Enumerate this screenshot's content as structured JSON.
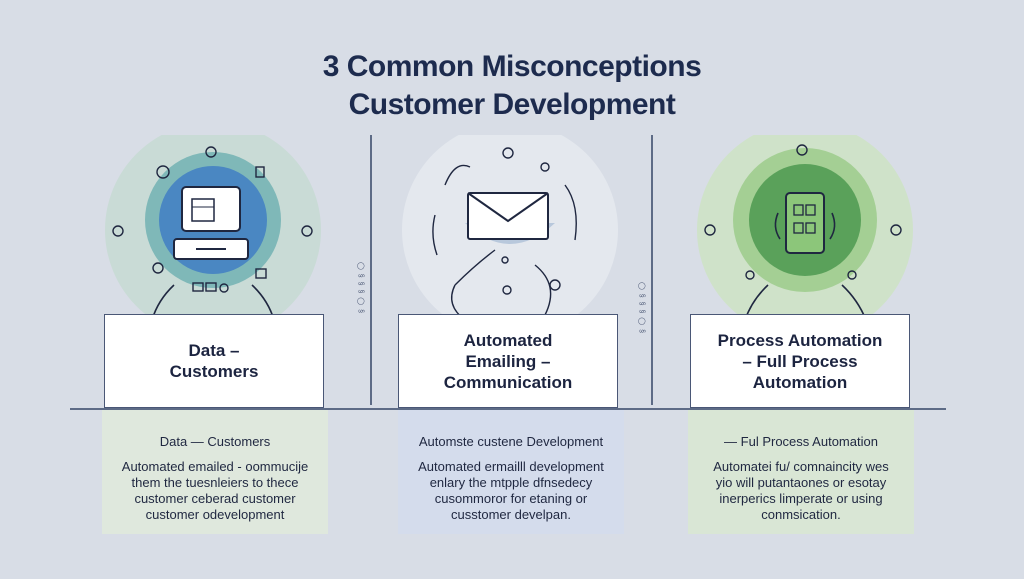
{
  "title": {
    "line1": "3 Common Misconceptions",
    "line2": "Customer Development"
  },
  "side_marks": {
    "left": "◯ § § §  ◯ §",
    "right": "◯ § § §  ◯ §"
  },
  "columns": [
    {
      "icon": "laptop-icon",
      "label_lines": [
        "Data –",
        "Customers"
      ],
      "subtitle": "Data — Customers",
      "body_lines": [
        "Automated emailed - oommucije",
        "them the tuesnleiers to thece",
        "customer ceberad customer",
        "customer odevelopment"
      ],
      "colors": {
        "outer": "#c9dbd6",
        "ring": "#7fb8b8",
        "core": "#4a87c2",
        "panel": "#dfe8dd"
      }
    },
    {
      "icon": "envelope-icon",
      "label_lines": [
        "Automated",
        "Emailing –",
        "Communication"
      ],
      "subtitle": "Automste custene Development",
      "body_lines": [
        "Automated ermailll development",
        "enlary the mtpple dfnsedecy",
        "cusommoror for etaning or",
        "cusstomer develpan."
      ],
      "colors": {
        "outer": "#e4e8ee",
        "ring": "#b8c8dc",
        "core": "#ffffff",
        "panel": "#d4dcec"
      }
    },
    {
      "icon": "tablet-cycle-icon",
      "label_lines": [
        "Process Automation",
        "– Full Process",
        "Automation"
      ],
      "subtitle": "— Ful Process Automation",
      "body_lines": [
        "Automatei fu/ comnaincity wes",
        "yio will putantaones or esotay",
        "inerperics limperate or using",
        "conmsication."
      ],
      "colors": {
        "outer": "#cfe2c9",
        "ring": "#a4cf94",
        "core": "#5aa15a",
        "panel": "#d9e6d5"
      }
    }
  ]
}
